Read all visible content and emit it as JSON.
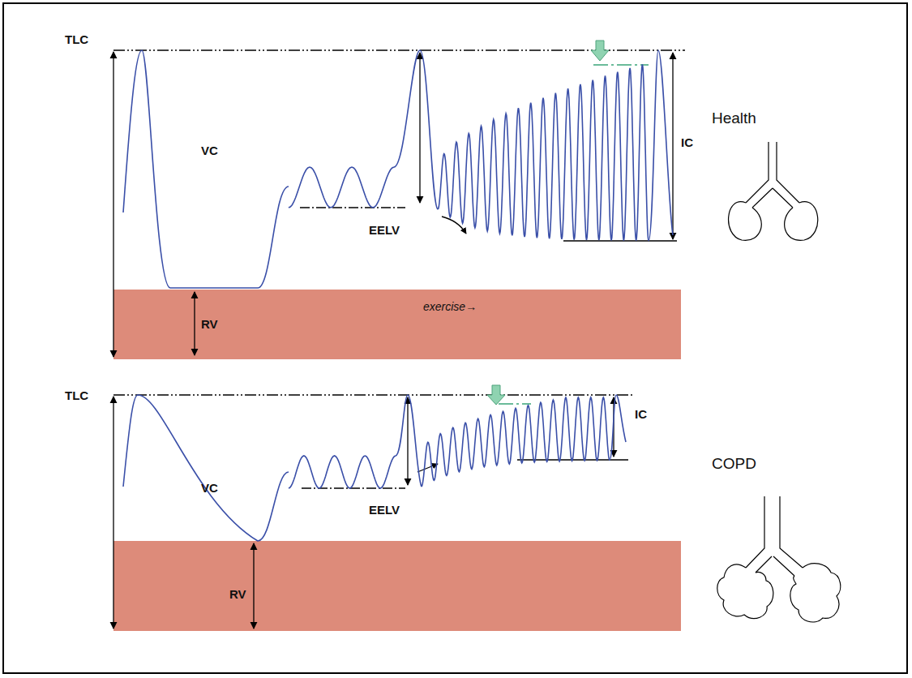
{
  "diagram": {
    "labels": [
      "TLC",
      "VC",
      "EELV",
      "exercise→",
      "RV",
      "IC",
      "Health",
      "TLC",
      "VC",
      "EELV",
      "RV",
      "IC",
      "COPD"
    ]
  }
}
